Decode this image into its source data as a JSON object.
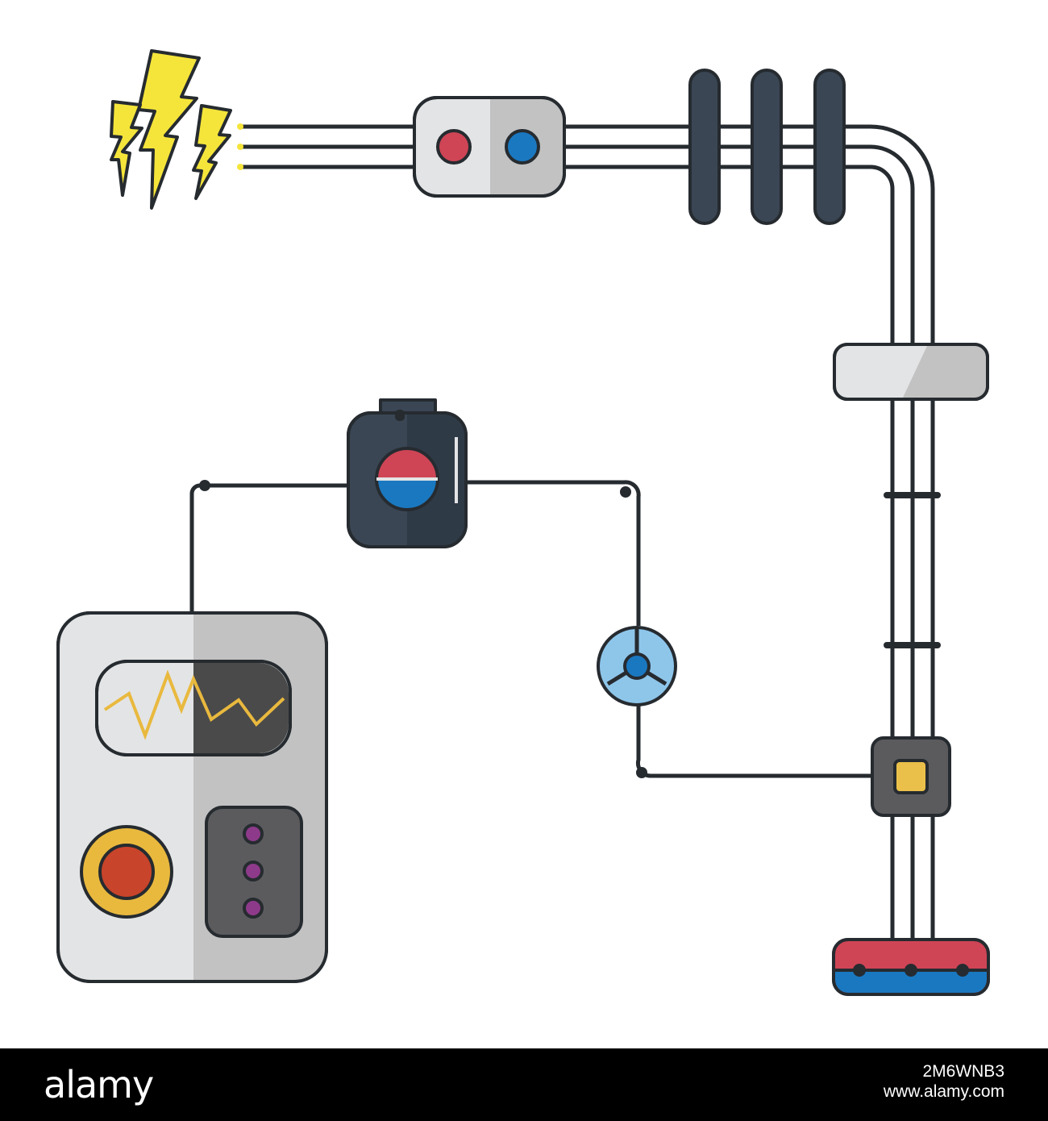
{
  "colors": {
    "outline": "#262b30",
    "light_gray": "#e3e4e5",
    "mid_gray": "#c2c2c2",
    "navy": "#3a4654",
    "navy_dark": "#2f3a47",
    "red": "#cf4556",
    "blue": "#1a78c0",
    "light_blue": "#8ec6ea",
    "yellow": "#f5e53b",
    "amber": "#e9b93e",
    "orange_red": "#c8442a",
    "magenta": "#8e3a8a",
    "screen_dark": "#4a4a4a",
    "junction_gray": "#5b5b5d",
    "junction_square": "#ebc04a"
  },
  "icons": [
    "lightning-bolts-icon",
    "plug-connector-icon",
    "cable-rings-icon",
    "cable-clamp-icon",
    "switch-box-icon",
    "cable-knob-icon",
    "junction-box-icon",
    "terminal-strip-icon",
    "control-panel-icon"
  ],
  "footer": {
    "logo": "alamy",
    "image_id": "2M6WNB3",
    "site": "www.alamy.com"
  }
}
